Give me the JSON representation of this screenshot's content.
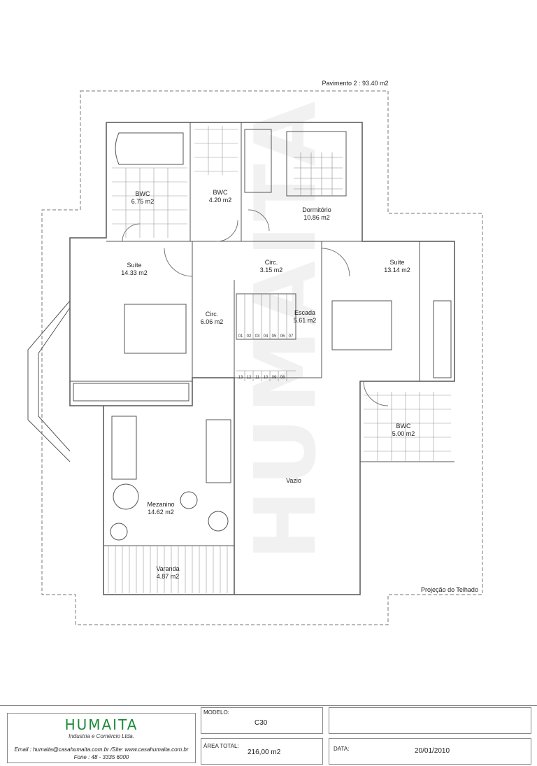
{
  "plan": {
    "floor_title": "Pavimento 2 :  93.40 m2",
    "watermark": "HUMAITA",
    "roof_projection": "Projeção do Telhado",
    "rooms": [
      {
        "id": "bwc1",
        "name": "BWC",
        "area": "6.75 m2"
      },
      {
        "id": "bwc2",
        "name": "BWC",
        "area": "4.20 m2"
      },
      {
        "id": "dormitorio",
        "name": "Dormitório",
        "area": "10.86 m2"
      },
      {
        "id": "suite1",
        "name": "Suíte",
        "area": "14.33 m2"
      },
      {
        "id": "circ1",
        "name": "Circ.",
        "area": "3.15 m2"
      },
      {
        "id": "suite2",
        "name": "Suíte",
        "area": "13.14 m2"
      },
      {
        "id": "circ2",
        "name": "Circ.",
        "area": "6.06 m2"
      },
      {
        "id": "escada",
        "name": "Escada",
        "area": "5.61 m2"
      },
      {
        "id": "bwc3",
        "name": "BWC",
        "area": "5.00 m2"
      },
      {
        "id": "vazio",
        "name": "Vazio",
        "area": ""
      },
      {
        "id": "mezanino",
        "name": "Mezanino",
        "area": "14.62 m2"
      },
      {
        "id": "varanda",
        "name": "Varanda",
        "area": "4.87 m2"
      }
    ],
    "stairs_top": [
      "01",
      "02",
      "03",
      "04",
      "05",
      "06",
      "07"
    ],
    "stairs_bottom": [
      "13",
      "12",
      "11",
      "10",
      "09",
      "08"
    ]
  },
  "titleblock": {
    "company": "HUMAITA",
    "company_sub": "Industria e Comércio Ltda.",
    "email_line": "Email : humaita@casahumaita.com.br /Site: www.casahumaita.com.br",
    "phone_line": "Fone : 48 - 3335 6000",
    "modelo_label": "MODELO:",
    "modelo_value": "C30",
    "area_label": "ÁREA TOTAL:",
    "area_value": "216,00 m2",
    "data_label": "DATA:",
    "data_value": "20/01/2010"
  }
}
